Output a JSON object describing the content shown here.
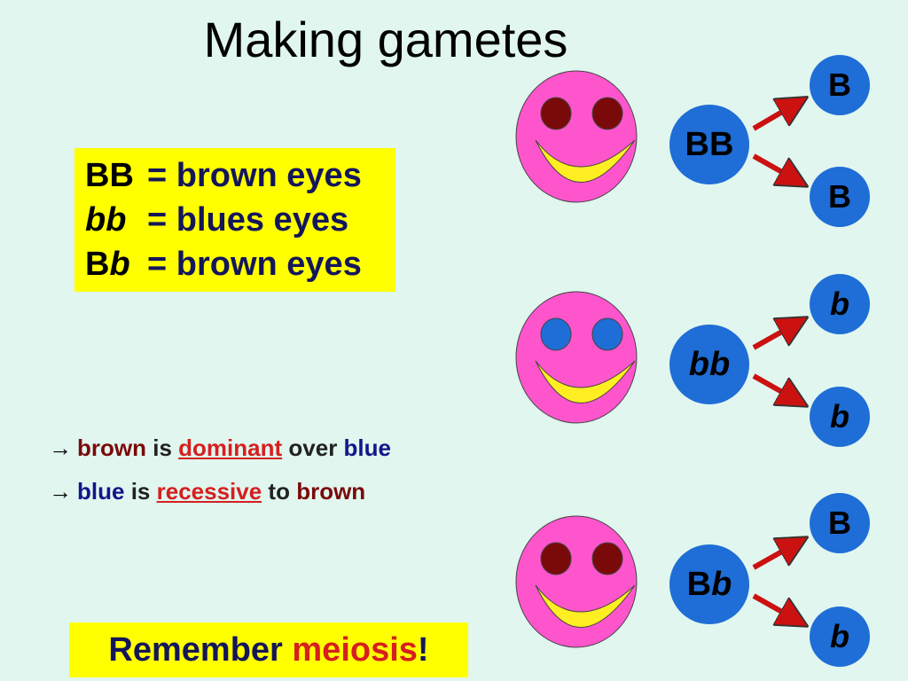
{
  "title": "Making gametes",
  "legend": {
    "rows": [
      {
        "genotype_a": "BB",
        "genotype_b": "",
        "text": "= brown eyes"
      },
      {
        "genotype_a": "",
        "genotype_b": "bb",
        "text": "= blues eyes"
      },
      {
        "genotype_a": "B",
        "genotype_b": "b",
        "text": "= brown eyes"
      }
    ]
  },
  "rules": [
    {
      "arrow": "→",
      "w1": "brown",
      "w2": "is",
      "term": "dominant",
      "w3": "over",
      "w4": "blue"
    },
    {
      "arrow": "→",
      "w1": "blue",
      "w2": "is",
      "term": "recessive",
      "w3": "to",
      "w4": "brown"
    }
  ],
  "reminder": {
    "prefix": "Remember ",
    "highlight": "meiosis",
    "suffix": "!"
  },
  "colors": {
    "face": "#ff55cc",
    "smile": "#ffee22",
    "eye_brown": "#7a0a0a",
    "eye_blue": "#1f6dd6",
    "circle": "#1f6dd6",
    "arrow": "#cc1111",
    "highlight_box": "#ffff00",
    "background": "#e0f6ef"
  },
  "crosses": [
    {
      "eye": "brown",
      "parent_a": "BB",
      "parent_b": "",
      "gamete1_a": "B",
      "gamete1_b": "",
      "gamete2_a": "B",
      "gamete2_b": ""
    },
    {
      "eye": "blue",
      "parent_a": "",
      "parent_b": "bb",
      "gamete1_a": "",
      "gamete1_b": "b",
      "gamete2_a": "",
      "gamete2_b": "b"
    },
    {
      "eye": "brown",
      "parent_a": "B",
      "parent_b": "b",
      "gamete1_a": "B",
      "gamete1_b": "",
      "gamete2_a": "",
      "gamete2_b": "b"
    }
  ]
}
